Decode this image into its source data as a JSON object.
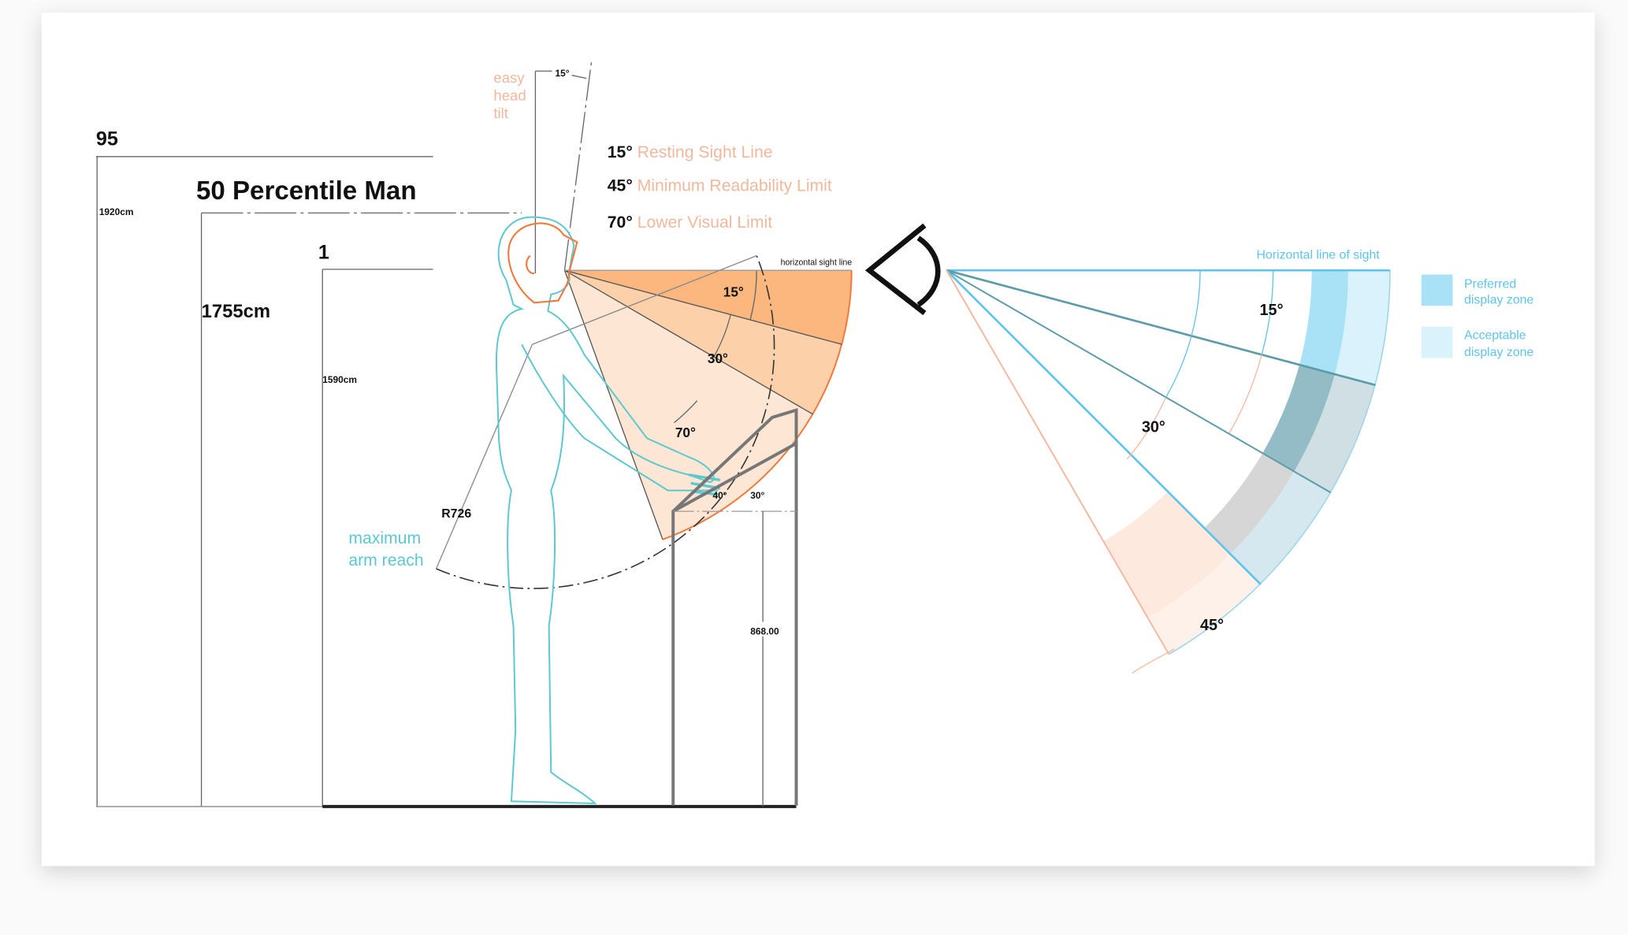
{
  "dims": {
    "p95_label": "95",
    "p95_height": "1920cm",
    "title": "50 Percentile Man",
    "p50_height": "1755cm",
    "p1_label": "1",
    "p1_height": "1590cm"
  },
  "head_tilt": {
    "lines": [
      "easy",
      "head",
      "tilt"
    ],
    "angle": "15°"
  },
  "legend_left": [
    {
      "angle": "15°",
      "label": "Resting Sight Line"
    },
    {
      "angle": "45°",
      "label": "Minimum Readability Limit"
    },
    {
      "angle": "70°",
      "label": "Lower Visual Limit"
    }
  ],
  "side_view": {
    "sight_line": "horizontal sight line",
    "angles": [
      "15°",
      "30°",
      "70°"
    ],
    "reach_radius": "R726",
    "reach_label": [
      "maximum",
      "arm reach"
    ],
    "kiosk_angles": [
      "40°",
      "30°"
    ],
    "kiosk_height": "868.00"
  },
  "fan": {
    "title": "Horizontal line of sight",
    "angles": [
      "15°",
      "30°",
      "45°"
    ],
    "legend": [
      {
        "label": [
          "Preferred",
          "display zone"
        ],
        "color": "#a9e2f6"
      },
      {
        "label": [
          "Acceptable",
          "display zone"
        ],
        "color": "#d9f2fb"
      }
    ]
  },
  "colors": {
    "orange": "#f07a3c",
    "teal": "#5cc8d0",
    "blue": "#5fc4ea",
    "peach_text": "#f0b89c"
  }
}
